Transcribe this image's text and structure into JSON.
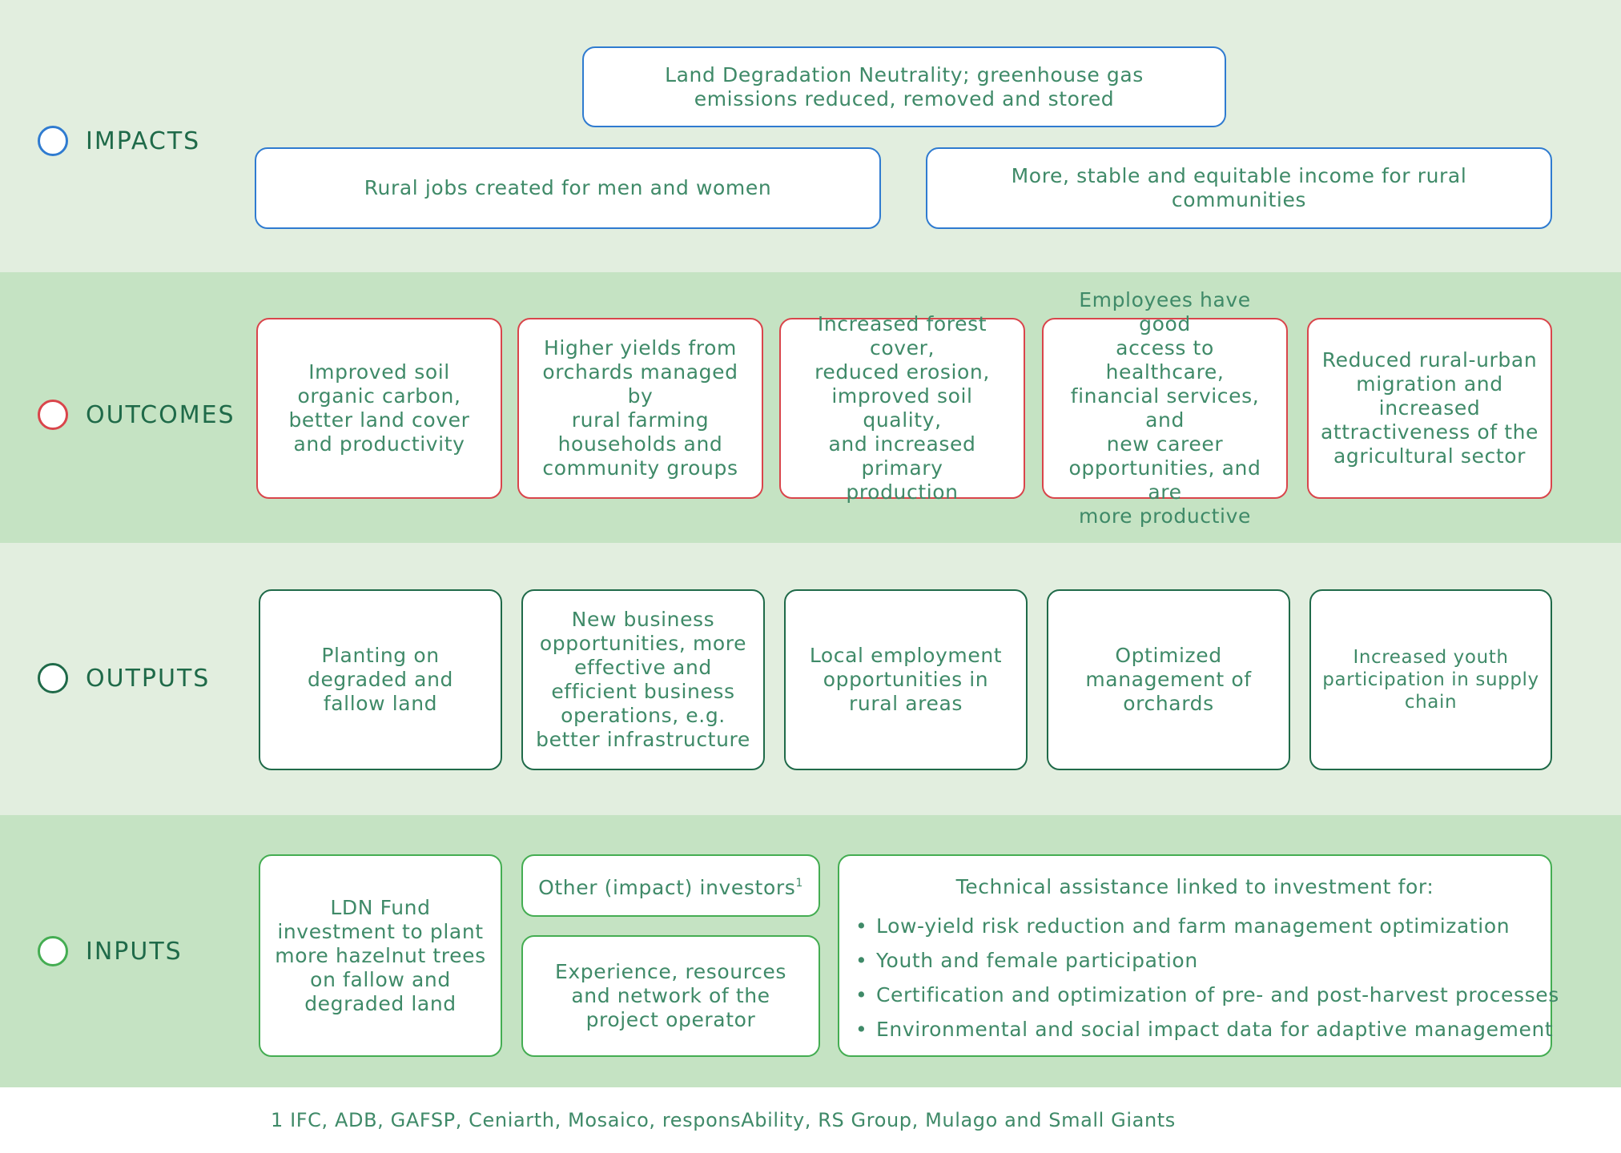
{
  "rows": {
    "impacts": "IMPACTS",
    "outcomes": "OUTCOMES",
    "outputs": "OUTPUTS",
    "inputs": "INPUTS"
  },
  "colors": {
    "impacts": "#2f7bd0",
    "outcomes": "#d9454b",
    "outputs": "#1f6a49",
    "inputs": "#44ad52",
    "band_light": "#e2eedf",
    "band_dark": "#c5e3c3",
    "text": "#3f8a68"
  },
  "impacts": {
    "top": [
      "Land Degradation Neutrality; greenhouse gas",
      "emissions reduced, removed and stored"
    ],
    "left": "Rural jobs created for men and women",
    "right": [
      "More, stable and equitable income for rural",
      "communities"
    ]
  },
  "outcomes": [
    [
      "Improved soil",
      "organic carbon,",
      "better land cover",
      "and productivity"
    ],
    [
      "Higher yields from",
      "orchards managed by",
      "rural farming",
      "households and",
      "community groups"
    ],
    [
      "Increased forest cover,",
      "reduced erosion,",
      "improved soil quality,",
      "and increased primary",
      "production"
    ],
    [
      "Employees have good",
      "access to healthcare,",
      "financial services, and",
      "new career",
      "opportunities, and are",
      "more productive"
    ],
    [
      "Reduced rural-urban",
      "migration and",
      "increased",
      "attractiveness of the",
      "agricultural sector"
    ]
  ],
  "outputs": [
    [
      "Planting on",
      "degraded and",
      "fallow land"
    ],
    [
      "New business",
      "opportunities, more",
      "effective and",
      "efficient business",
      "operations, e.g.",
      "better infrastructure"
    ],
    [
      "Local employment",
      "opportunities in",
      "rural areas"
    ],
    [
      "Optimized",
      "management of",
      "orchards"
    ],
    [
      "Increased youth",
      "participation in supply",
      "chain"
    ]
  ],
  "inputs": {
    "ldn": [
      "LDN Fund",
      "investment to plant",
      "more hazelnut trees",
      "on fallow and",
      "degraded land"
    ],
    "other_investors": "Other (impact) investors",
    "other_investors_sup": "1",
    "experience": [
      "Experience, resources",
      "and network of the",
      "project operator"
    ],
    "ta_title": "Technical assistance linked to investment for:",
    "ta_items": [
      "Low-yield risk reduction and farm management optimization",
      "Youth and female participation",
      "Certification and optimization of pre- and post-harvest processes",
      "Environmental and social impact data for adaptive management"
    ]
  },
  "footnote": "1 IFC, ADB, GAFSP, Ceniarth, Mosaico, responsAbility, RS Group, Mulago and Small Giants"
}
